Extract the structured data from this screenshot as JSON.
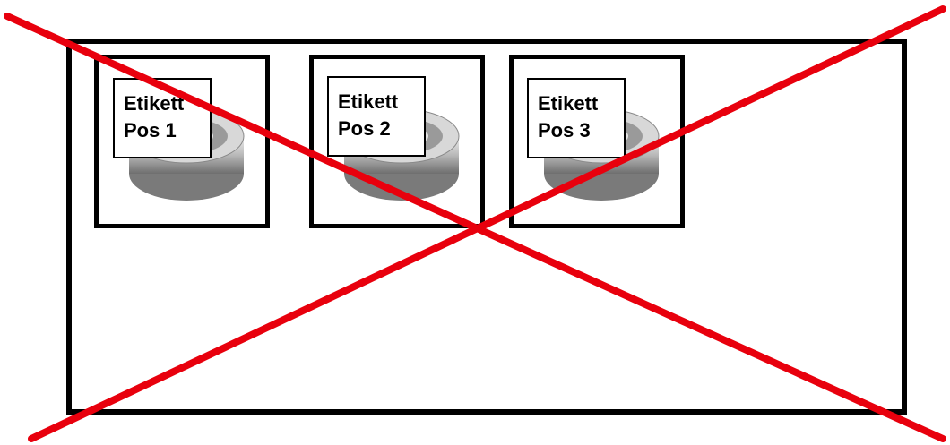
{
  "slots": [
    {
      "line1": "Etikett",
      "line2": "Pos 1"
    },
    {
      "line1": "Etikett",
      "line2": "Pos 2"
    },
    {
      "line1": "Etikett",
      "line2": "Pos 3"
    }
  ],
  "colors": {
    "cross": "#e8000d",
    "border": "#000000",
    "bearing_metal": "#c9c9c9"
  },
  "icons": {
    "part": "ball-bearing-icon",
    "overlay": "red-cross-icon"
  }
}
